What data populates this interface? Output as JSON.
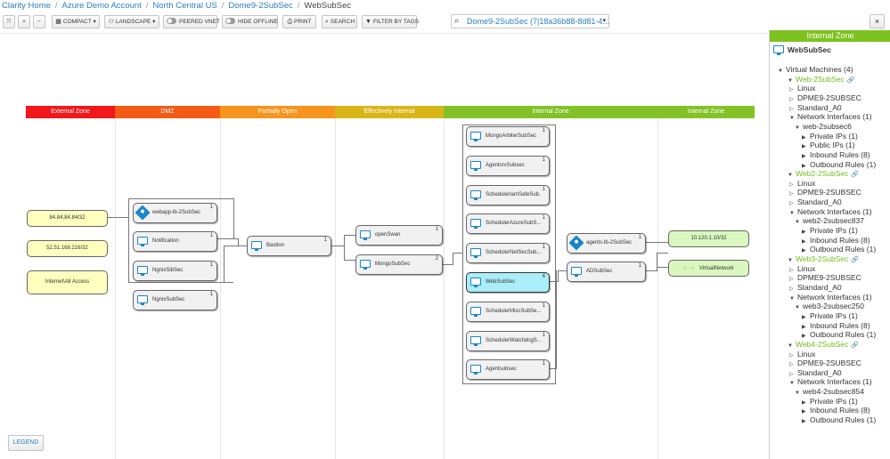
{
  "breadcrumb": [
    "Clarity Home",
    "Azure Demo Account",
    "North Central US",
    "Dome9-2SubSec",
    "WebSubSec"
  ],
  "toolbar": {
    "fit": "⤧",
    "zoom_in": "+",
    "zoom_out": "−",
    "compact": "COMPACT",
    "landscape": "LANDSCAPE",
    "peered_vnet": "PEERED VNET",
    "hide_offline": "HIDE OFFLINE",
    "print": "PRINT",
    "search": "SEARCH",
    "filter_by_tags": "FILTER BY TAGS"
  },
  "context_select": {
    "value": "Dome9-2SubSec (7|18a36b88-8d81-4...",
    "icon": "search-icon"
  },
  "close_label": "×",
  "zones": [
    "External Zone",
    "DMZ",
    "Partially Open",
    "Effectively Internal",
    "Internal Zone",
    "Internal Zone"
  ],
  "external": [
    "84.84.84.84/32",
    "52.51.168.216/32",
    "Internet\\All Access"
  ],
  "dmz": [
    {
      "label": "webapp-lb-2SubSec",
      "count": "1",
      "type": "lb"
    },
    {
      "label": "Notification",
      "count": "1",
      "type": "vm"
    },
    {
      "label": "NgnixSibSec",
      "count": "1",
      "type": "vm"
    },
    {
      "label": "NgnixSubSec",
      "count": "1",
      "type": "vm"
    }
  ],
  "partially_open": [
    {
      "label": "Bastion",
      "count": "1",
      "type": "vm"
    }
  ],
  "effectively_internal": [
    {
      "label": "openSwan",
      "count": "1",
      "type": "vm"
    },
    {
      "label": "MongoSubSec",
      "count": "2",
      "type": "vm"
    }
  ],
  "internal": [
    {
      "label": "MongoArbiterSubSec",
      "count": "1"
    },
    {
      "label": "AgentsrvSubsec",
      "count": "1"
    },
    {
      "label": "SchedulerIamSafeSub...",
      "count": "1"
    },
    {
      "label": "SchedulerAzureSubS...",
      "count": "1"
    },
    {
      "label": "SchedulerNetSecSub...",
      "count": "1"
    },
    {
      "label": "WebSubSec",
      "count": "4"
    },
    {
      "label": "SchedulerMiscSubSe...",
      "count": "1"
    },
    {
      "label": "SchedulerWatchdogS...",
      "count": "1"
    },
    {
      "label": "Agentsubsec",
      "count": "1"
    }
  ],
  "internal_right": [
    {
      "label": "agents-lb-2SubSec",
      "count": "1",
      "type": "lb"
    },
    {
      "label": "ADSubSec",
      "count": "1",
      "type": "vm"
    }
  ],
  "internal_far": {
    "ip": "10.120.1.10/32",
    "vnet": "VirtualNetwork",
    "vnet_icon": "‹···›"
  },
  "legend_label": "LEGEND",
  "side": {
    "header": "Internal Zone",
    "title": "WebSubSec",
    "tree": [
      {
        "text": "Virtual Machines (4)",
        "level": 0,
        "arrow": "▼",
        "kind": "plain"
      },
      {
        "text": "Web-2SubSec",
        "level": 1,
        "arrow": "▼",
        "kind": "vm"
      },
      {
        "text": "Linux",
        "level": 2,
        "arrow": "▷",
        "kind": "plain"
      },
      {
        "text": "DPME9-2SUBSEC",
        "level": 2,
        "arrow": "▷",
        "kind": "plain"
      },
      {
        "text": "Standard_A0",
        "level": 2,
        "arrow": "▷",
        "kind": "plain"
      },
      {
        "text": "Network Interfaces (1)",
        "level": 2,
        "arrow": "▼",
        "kind": "plain"
      },
      {
        "text": "web-2subsec6",
        "level": 3,
        "arrow": "▼",
        "kind": "plain"
      },
      {
        "text": "Private IPs (1)",
        "level": 4,
        "arrow": "▶",
        "kind": "plain"
      },
      {
        "text": "Public IPs (1)",
        "level": 4,
        "arrow": "▶",
        "kind": "plain"
      },
      {
        "text": "Inbound Rules (8)",
        "level": 4,
        "arrow": "▶",
        "kind": "plain"
      },
      {
        "text": "Outbound Rules (1)",
        "level": 4,
        "arrow": "▶",
        "kind": "plain"
      },
      {
        "text": "Web2-2SubSec",
        "level": 1,
        "arrow": "▼",
        "kind": "vm"
      },
      {
        "text": "Linux",
        "level": 2,
        "arrow": "▷",
        "kind": "plain"
      },
      {
        "text": "DPME9-2SUBSEC",
        "level": 2,
        "arrow": "▷",
        "kind": "plain"
      },
      {
        "text": "Standard_A0",
        "level": 2,
        "arrow": "▷",
        "kind": "plain"
      },
      {
        "text": "Network Interfaces (1)",
        "level": 2,
        "arrow": "▼",
        "kind": "plain"
      },
      {
        "text": "web2-2subsec837",
        "level": 3,
        "arrow": "▼",
        "kind": "plain"
      },
      {
        "text": "Private IPs (1)",
        "level": 4,
        "arrow": "▶",
        "kind": "plain"
      },
      {
        "text": "Inbound Rules (8)",
        "level": 4,
        "arrow": "▶",
        "kind": "plain"
      },
      {
        "text": "Outbound Rules (1)",
        "level": 4,
        "arrow": "▶",
        "kind": "plain"
      },
      {
        "text": "Web3-2SubSec",
        "level": 1,
        "arrow": "▼",
        "kind": "vm"
      },
      {
        "text": "Linux",
        "level": 2,
        "arrow": "▷",
        "kind": "plain"
      },
      {
        "text": "DPME9-2SUBSEC",
        "level": 2,
        "arrow": "▷",
        "kind": "plain"
      },
      {
        "text": "Standard_A0",
        "level": 2,
        "arrow": "▷",
        "kind": "plain"
      },
      {
        "text": "Network Interfaces (1)",
        "level": 2,
        "arrow": "▼",
        "kind": "plain"
      },
      {
        "text": "web3-2subsec250",
        "level": 3,
        "arrow": "▼",
        "kind": "plain"
      },
      {
        "text": "Private IPs (1)",
        "level": 4,
        "arrow": "▶",
        "kind": "plain"
      },
      {
        "text": "Inbound Rules (8)",
        "level": 4,
        "arrow": "▶",
        "kind": "plain"
      },
      {
        "text": "Outbound Rules (1)",
        "level": 4,
        "arrow": "▶",
        "kind": "plain"
      },
      {
        "text": "Web4-2SubSec",
        "level": 1,
        "arrow": "▼",
        "kind": "vm"
      },
      {
        "text": "Linux",
        "level": 2,
        "arrow": "▷",
        "kind": "plain"
      },
      {
        "text": "DPME9-2SUBSEC",
        "level": 2,
        "arrow": "▷",
        "kind": "plain"
      },
      {
        "text": "Standard_A0",
        "level": 2,
        "arrow": "▷",
        "kind": "plain"
      },
      {
        "text": "Network Interfaces (1)",
        "level": 2,
        "arrow": "▼",
        "kind": "plain"
      },
      {
        "text": "web4-2subsec854",
        "level": 3,
        "arrow": "▼",
        "kind": "plain"
      },
      {
        "text": "Private IPs (1)",
        "level": 4,
        "arrow": "▶",
        "kind": "plain"
      },
      {
        "text": "Inbound Rules (8)",
        "level": 4,
        "arrow": "▶",
        "kind": "plain"
      },
      {
        "text": "Outbound Rules (1)",
        "level": 4,
        "arrow": "▶",
        "kind": "plain"
      }
    ]
  },
  "colors": {
    "zone_external": "#f2171b",
    "zone_dmz": "#f35a14",
    "zone_partial": "#f7941d",
    "zone_effective": "#d8b617",
    "zone_internal": "#82c226",
    "accent_blue": "#2a7fbf",
    "vm_green": "#6fbe1d",
    "selected_node": "#a9eef8"
  }
}
